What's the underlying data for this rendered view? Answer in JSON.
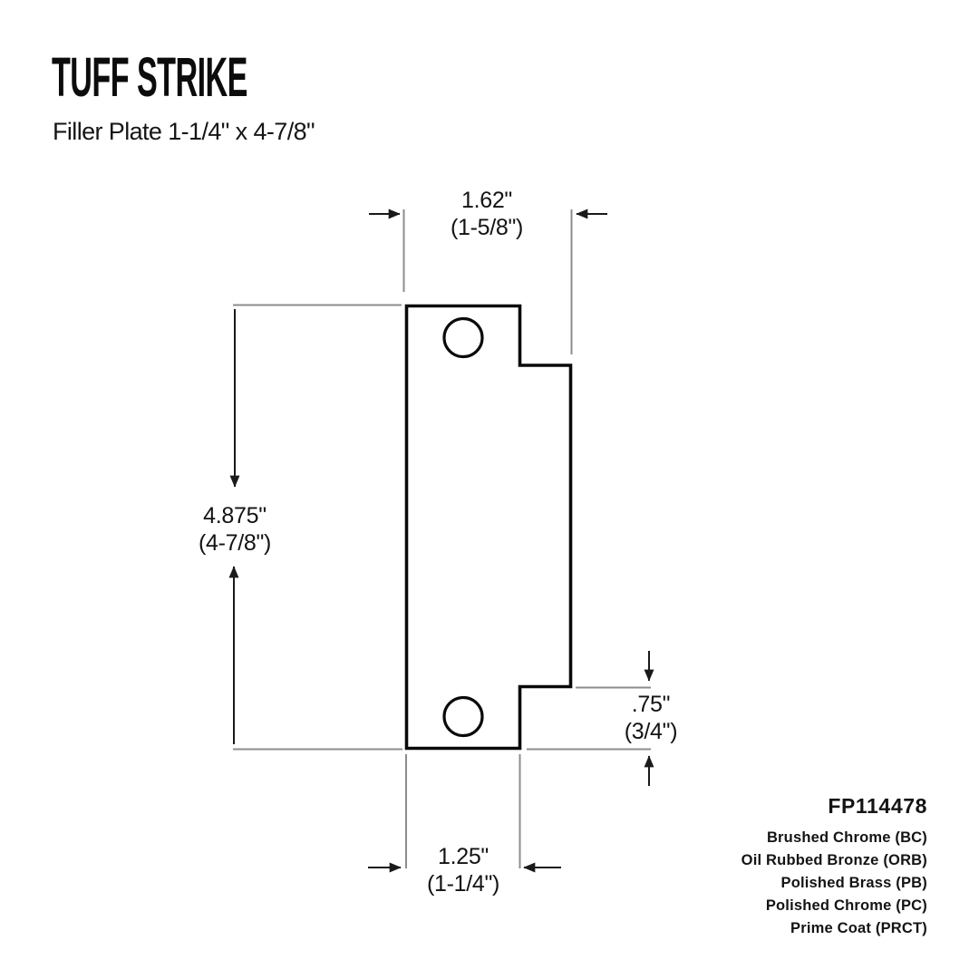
{
  "header": {
    "title": "TUFF STRIKE",
    "subtitle": "Filler Plate 1-1/4\" x 4-7/8\""
  },
  "diagram": {
    "type": "technical-drawing",
    "subject": "door strike filler plate, front view, two screw holes, stepped right edge",
    "dimensions": {
      "top": {
        "value": "1.62\"",
        "fraction": "(1-5/8\")"
      },
      "left": {
        "value": "4.875\"",
        "fraction": "(4-7/8\")"
      },
      "right": {
        "value": ".75\"",
        "fraction": "(3/4\")"
      },
      "bottom": {
        "value": "1.25\"",
        "fraction": "(1-1/4\")"
      }
    },
    "colors": {
      "outline": "#0a0a0a",
      "dimension_arrows": "#1a1a1a",
      "extension_lines": "#8c8c8c",
      "background": "#ffffff",
      "text": "#131313"
    }
  },
  "part_info": {
    "number": "FP114478",
    "finishes": [
      "Brushed Chrome (BC)",
      "Oil Rubbed Bronze (ORB)",
      "Polished Brass (PB)",
      "Polished Chrome (PC)",
      "Prime Coat (PRCT)"
    ]
  }
}
